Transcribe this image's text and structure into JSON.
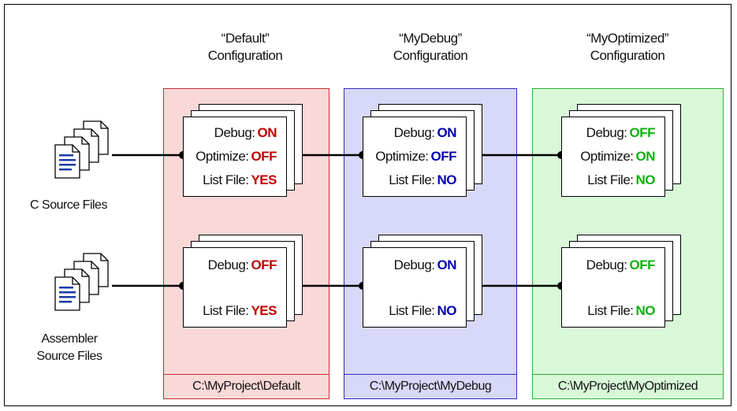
{
  "colors": {
    "on_red": "#c00000",
    "on_blue": "#0000b0",
    "on_green": "#10b010",
    "default_fill": "#f9d8d8",
    "default_border": "#c83030",
    "mydebug_fill": "#d8d8f8",
    "mydebug_border": "#3030c0",
    "myopt_fill": "#d8f8d8",
    "myopt_border": "#30b030"
  },
  "inputs": {
    "c_source": "C Source Files",
    "asm_line1": "Assembler",
    "asm_line2": "Source Files"
  },
  "configs": [
    {
      "title_line1": "“Default”",
      "title_line2": "Configuration",
      "path": "C:\\MyProject\\Default",
      "c_debug_label": "Debug:",
      "c_debug_value": "ON",
      "c_opt_label": "Optimize:",
      "c_opt_value": "OFF",
      "c_list_label": "List File:",
      "c_list_value": "YES",
      "a_debug_label": "Debug:",
      "a_debug_value": "OFF",
      "a_list_label": "List File:",
      "a_list_value": "YES"
    },
    {
      "title_line1": "“MyDebug”",
      "title_line2": "Configuration",
      "path": "C:\\MyProject\\MyDebug",
      "c_debug_label": "Debug:",
      "c_debug_value": "ON",
      "c_opt_label": "Optimize:",
      "c_opt_value": "OFF",
      "c_list_label": "List File:",
      "c_list_value": "NO",
      "a_debug_label": "Debug:",
      "a_debug_value": "ON",
      "a_list_label": "List File:",
      "a_list_value": "NO"
    },
    {
      "title_line1": "“MyOptimized”",
      "title_line2": "Configuration",
      "path": "C:\\MyProject\\MyOptimized",
      "c_debug_label": "Debug:",
      "c_debug_value": "OFF",
      "c_opt_label": "Optimize:",
      "c_opt_value": "ON",
      "c_list_label": "List File:",
      "c_list_value": "NO",
      "a_debug_label": "Debug:",
      "a_debug_value": "OFF",
      "a_list_label": "List File:",
      "a_list_value": "NO"
    }
  ]
}
